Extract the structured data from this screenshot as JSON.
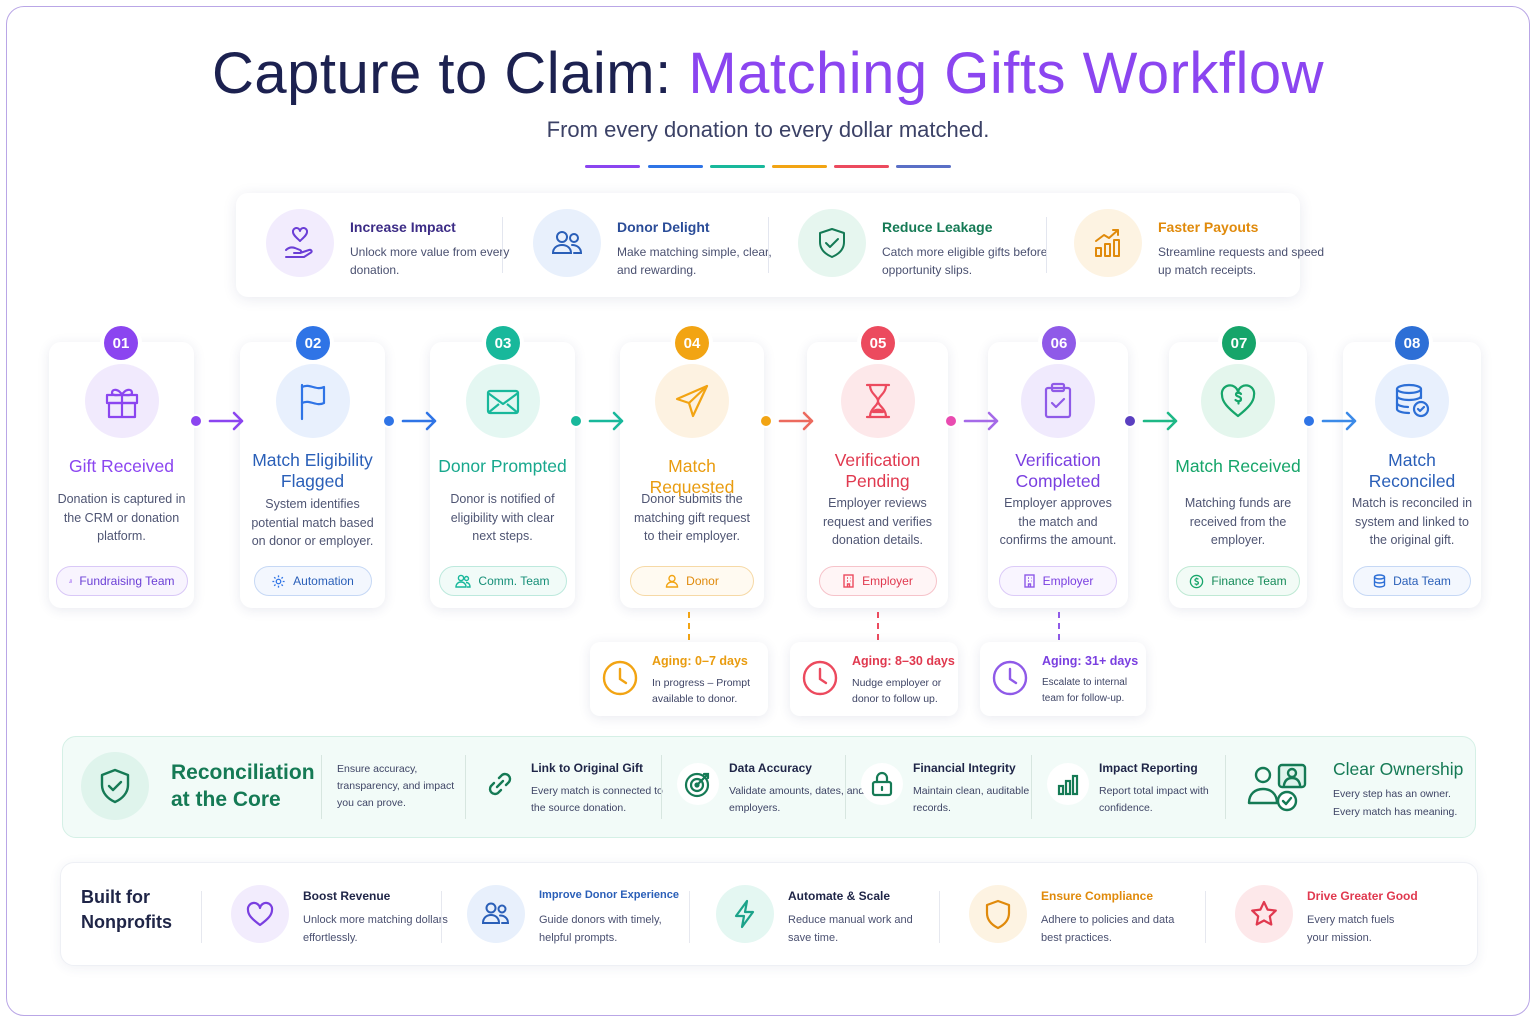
{
  "title": {
    "prefix": "Capture to Claim: ",
    "accent": "Matching Gifts Workflow"
  },
  "subtitle": "From every donation to every dollar matched.",
  "colors": {
    "purple": "#8b45f0",
    "blue": "#2f74e6",
    "teal": "#18b89b",
    "orange": "#f2a413",
    "coral": "#ec4a5e",
    "violet": "#8f5ae8",
    "green": "#16a56a",
    "navy": "#2d6fd6",
    "dark_green": "#157a55"
  },
  "benefits": [
    {
      "title": "Increase Impact",
      "desc": "Unlock more value from every donation.",
      "icon": "heart-hand-icon",
      "color": "#6b3fd6"
    },
    {
      "title": "Donor Delight",
      "desc": "Make matching simple, clear, and rewarding.",
      "icon": "users-icon",
      "color": "#2a5fb8"
    },
    {
      "title": "Reduce Leakage",
      "desc": "Catch more eligible gifts before opportunity slips.",
      "icon": "shield-check-icon",
      "color": "#157a55"
    },
    {
      "title": "Faster Payouts",
      "desc": "Streamline requests and speed up match receipts.",
      "icon": "chart-up-icon",
      "color": "#e08a0b"
    }
  ],
  "steps": [
    {
      "num": "01",
      "title": "Gift Received",
      "desc": "Donation is captured in the CRM or donation platform.",
      "owner": "Fundraising Team",
      "icon": "gift-icon",
      "owner_icon": "user-icon",
      "color": "#8b45f0"
    },
    {
      "num": "02",
      "title": "Match Eligibility Flagged",
      "desc": "System identifies potential match based on donor or employer.",
      "owner": "Automation",
      "icon": "flag-icon",
      "owner_icon": "gear-icon",
      "color": "#2f74e6"
    },
    {
      "num": "03",
      "title": "Donor Prompted",
      "desc": "Donor is notified of eligibility with clear next steps.",
      "owner": "Comm. Team",
      "icon": "mail-icon",
      "owner_icon": "users-icon",
      "color": "#18b89b"
    },
    {
      "num": "04",
      "title": "Match Requested",
      "desc": "Donor submits the matching gift request to their employer.",
      "owner": "Donor",
      "icon": "send-icon",
      "owner_icon": "user-icon",
      "color": "#f2a413"
    },
    {
      "num": "05",
      "title": "Verification Pending",
      "desc": "Employer reviews request and verifies donation details.",
      "owner": "Employer",
      "icon": "hourglass-icon",
      "owner_icon": "building-icon",
      "color": "#ec4a5e"
    },
    {
      "num": "06",
      "title": "Verification Completed",
      "desc": "Employer approves the match and confirms the amount.",
      "owner": "Employer",
      "icon": "clipboard-check-icon",
      "owner_icon": "building-icon",
      "color": "#8f5ae8"
    },
    {
      "num": "07",
      "title": "Match Received",
      "desc": "Matching funds are received from the employer.",
      "owner": "Finance Team",
      "icon": "heart-dollar-icon",
      "owner_icon": "dollar-icon",
      "color": "#16a56a"
    },
    {
      "num": "08",
      "title": "Match Reconciled",
      "desc": "Match is reconciled in system and linked to the original gift.",
      "owner": "Data Team",
      "icon": "database-check-icon",
      "owner_icon": "database-icon",
      "color": "#2d6fd6"
    }
  ],
  "aging": [
    {
      "title": "Aging: 0–7 days",
      "desc": "In progress – Prompt available to donor.",
      "color": "#f2a413"
    },
    {
      "title": "Aging: 8–30 days",
      "desc": "Nudge employer or donor to follow up.",
      "color": "#ec4a5e"
    },
    {
      "title": "Aging: 31+ days",
      "desc": "Escalate to internal team for follow-up.",
      "color": "#8f5ae8"
    }
  ],
  "reconciliation": {
    "title": "Reconciliation at the Core",
    "desc": "Ensure accuracy, transparency, and impact you can prove.",
    "items": [
      {
        "title": "Link to Original Gift",
        "desc": "Every match is connected to the source donation.",
        "icon": "link-icon"
      },
      {
        "title": "Data Accuracy",
        "desc": "Validate amounts, dates, and employers.",
        "icon": "target-icon"
      },
      {
        "title": "Financial Integrity",
        "desc": "Maintain clean, auditable records.",
        "icon": "lock-icon"
      },
      {
        "title": "Impact Reporting",
        "desc": "Report total impact with confidence.",
        "icon": "bar-chart-icon"
      }
    ],
    "ownership": {
      "title": "Clear Ownership",
      "desc": "Every step has an owner. Every match has meaning.",
      "icon": "team-check-icon"
    }
  },
  "built_for": {
    "title": "Built for Nonprofits",
    "items": [
      {
        "title": "Boost Revenue",
        "desc": "Unlock more matching dollars effortlessly.",
        "icon": "heart-icon",
        "color": "#1f2547",
        "accent": "#7a3fe0"
      },
      {
        "title": "Improve Donor Experience",
        "desc": "Guide donors with timely, helpful prompts.",
        "icon": "users-icon",
        "color": "#2a5fb8",
        "accent": "#2a5fb8"
      },
      {
        "title": "Automate & Scale",
        "desc": "Reduce manual work and save time.",
        "icon": "bolt-icon",
        "color": "#1f2547",
        "accent": "#1ba38a"
      },
      {
        "title": "Ensure Compliance",
        "desc": "Adhere to policies and data best practices.",
        "icon": "shield-icon",
        "color": "#e08a0b",
        "accent": "#e08a0b"
      },
      {
        "title": "Drive Greater Good",
        "desc": "Every match fuels your mission.",
        "icon": "star-icon",
        "color": "#e0394f",
        "accent": "#e0394f"
      }
    ]
  }
}
